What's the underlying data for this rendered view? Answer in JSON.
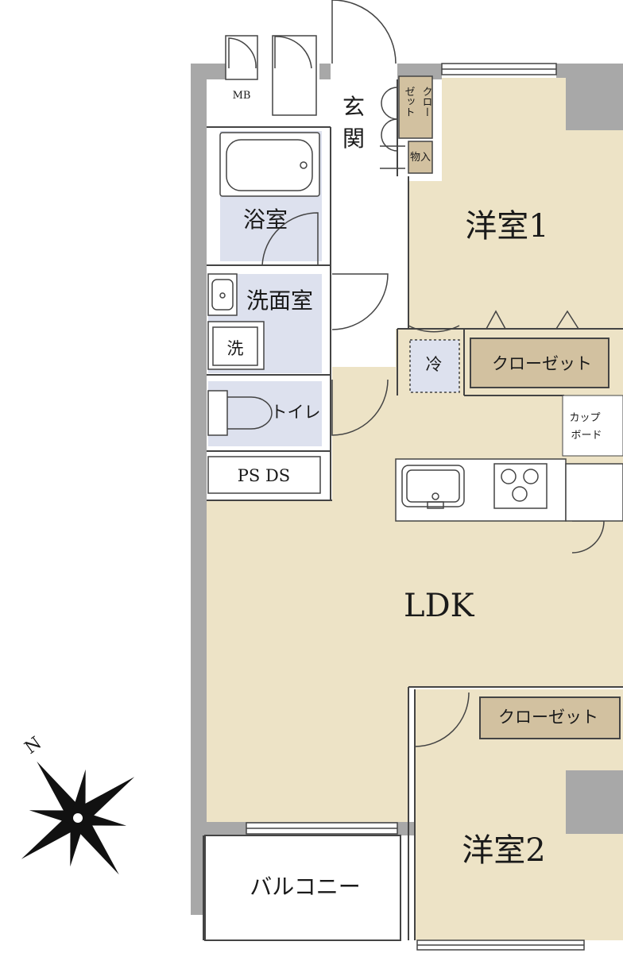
{
  "floorplan": {
    "rooms": {
      "ldk": "LDK",
      "western1": "洋室1",
      "western2": "洋室2",
      "bathroom": "浴室",
      "washroom": "洗面室",
      "toilet": "トイレ",
      "entrance_line1": "玄",
      "entrance_line2": "関",
      "balcony": "バルコニー",
      "ps_ds": "PS DS",
      "mb": "MB"
    },
    "fixtures": {
      "closet_1": "クローゼット",
      "closet_2": "クローゼット",
      "entry_closet_col1": "クロー",
      "entry_closet_col2": "ゼット",
      "storage": "物入",
      "fridge": "冷",
      "cupboard_line1": "カップ",
      "cupboard_line2": "ボード",
      "washer": "洗"
    },
    "compass": {
      "north_label": "N"
    },
    "colors": {
      "wall": "#a8a8a8",
      "room_beige": "#ede3c6",
      "wet_blue": "#dde1ee",
      "closet_brown": "#d2c1a0",
      "outline": "#444444"
    }
  }
}
